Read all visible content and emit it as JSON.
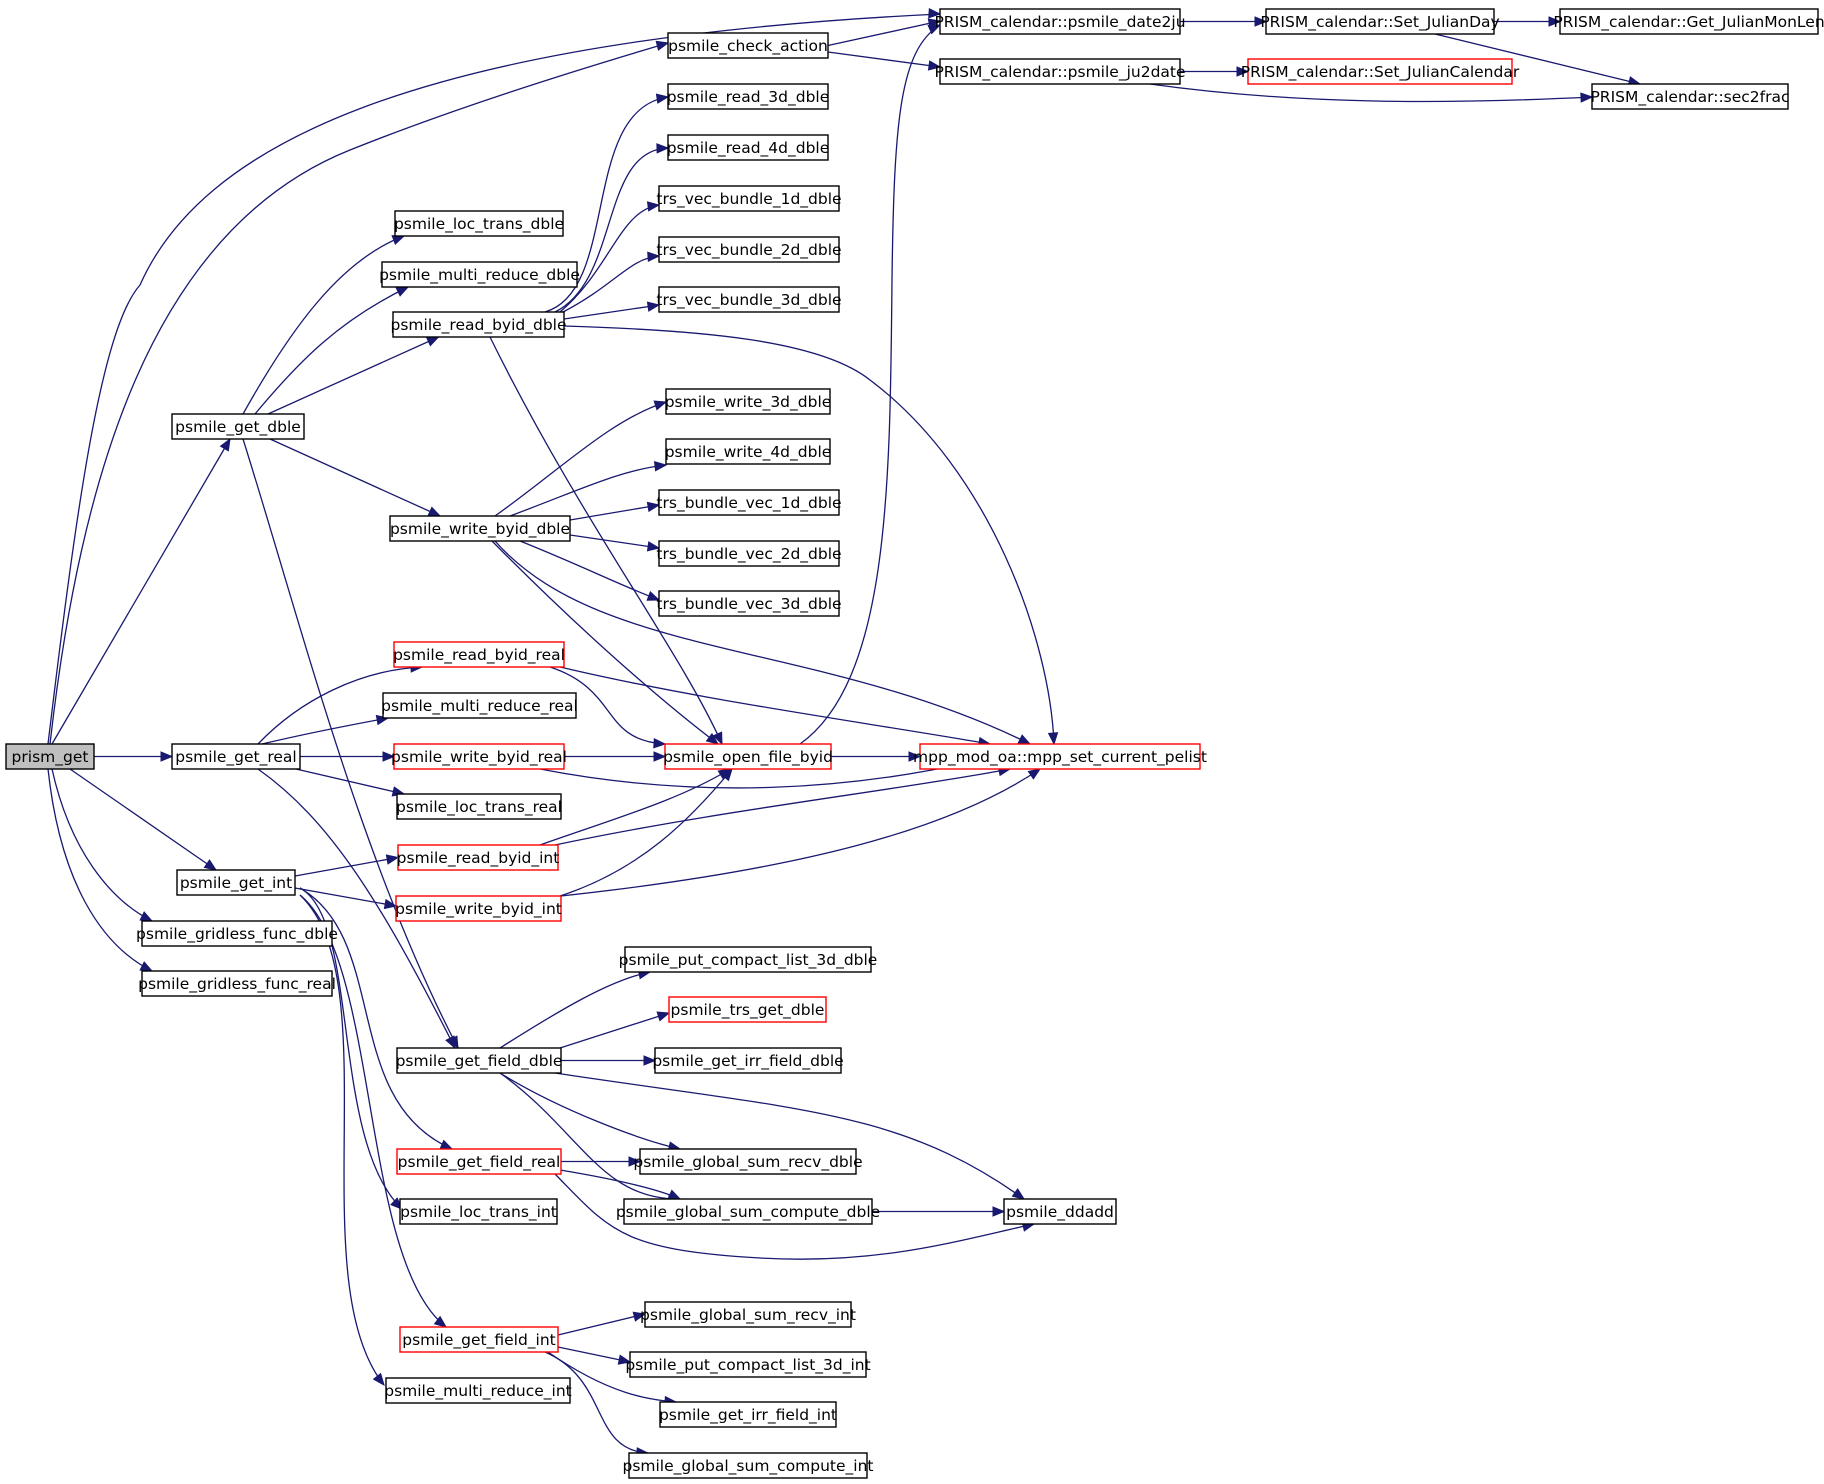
{
  "title": "",
  "colors": {
    "edge": "#191970",
    "border_normal": "#000000",
    "border_truncated": "#ff0000",
    "root_fill": "#bfbfbf",
    "node_fill": "#ffffff"
  },
  "nodes": {
    "prism_get": "prism_get",
    "psmile_check_action": "psmile_check_action",
    "date2ju": "PRISM_calendar::psmile_date2ju",
    "set_julianday": "PRISM_calendar::Set_JulianDay",
    "get_julianmonlen": "PRISM_calendar::Get_JulianMonLen",
    "ju2date": "PRISM_calendar::psmile_ju2date",
    "set_juliancalendar": "PRISM_calendar::Set_JulianCalendar",
    "sec2frac": "PRISM_calendar::sec2frac",
    "read_3d_dble": "psmile_read_3d_dble",
    "read_4d_dble": "psmile_read_4d_dble",
    "trs_vec_bundle_1d_dble": "trs_vec_bundle_1d_dble",
    "trs_vec_bundle_2d_dble": "trs_vec_bundle_2d_dble",
    "trs_vec_bundle_3d_dble": "trs_vec_bundle_3d_dble",
    "loc_trans_dble": "psmile_loc_trans_dble",
    "multi_reduce_dble": "psmile_multi_reduce_dble",
    "read_byid_dble": "psmile_read_byid_dble",
    "get_dble": "psmile_get_dble",
    "write_3d_dble": "psmile_write_3d_dble",
    "write_4d_dble": "psmile_write_4d_dble",
    "trs_bundle_vec_1d_dble": "trs_bundle_vec_1d_dble",
    "trs_bundle_vec_2d_dble": "trs_bundle_vec_2d_dble",
    "trs_bundle_vec_3d_dble": "trs_bundle_vec_3d_dble",
    "write_byid_dble": "psmile_write_byid_dble",
    "read_byid_real": "psmile_read_byid_real",
    "multi_reduce_real": "psmile_multi_reduce_real",
    "get_real": "psmile_get_real",
    "write_byid_real": "psmile_write_byid_real",
    "open_file_byid": "psmile_open_file_byid",
    "mpp_set_current_pelist": "mpp_mod_oa::mpp_set_current_pelist",
    "loc_trans_real": "psmile_loc_trans_real",
    "read_byid_int": "psmile_read_byid_int",
    "get_int": "psmile_get_int",
    "write_byid_int": "psmile_write_byid_int",
    "gridless_func_dble": "psmile_gridless_func_dble",
    "gridless_func_real": "psmile_gridless_func_real",
    "put_compact_list_3d_dble": "psmile_put_compact_list_3d_dble",
    "trs_get_dble": "psmile_trs_get_dble",
    "get_field_dble": "psmile_get_field_dble",
    "get_irr_field_dble": "psmile_get_irr_field_dble",
    "get_field_real": "psmile_get_field_real",
    "global_sum_recv_dble": "psmile_global_sum_recv_dble",
    "global_sum_compute_dble": "psmile_global_sum_compute_dble",
    "ddadd": "psmile_ddadd",
    "loc_trans_int": "psmile_loc_trans_int",
    "global_sum_recv_int": "psmile_global_sum_recv_int",
    "get_field_int": "psmile_get_field_int",
    "put_compact_list_3d_int": "psmile_put_compact_list_3d_int",
    "multi_reduce_int": "psmile_multi_reduce_int",
    "get_irr_field_int": "psmile_get_irr_field_int",
    "global_sum_compute_int": "psmile_global_sum_compute_int"
  }
}
